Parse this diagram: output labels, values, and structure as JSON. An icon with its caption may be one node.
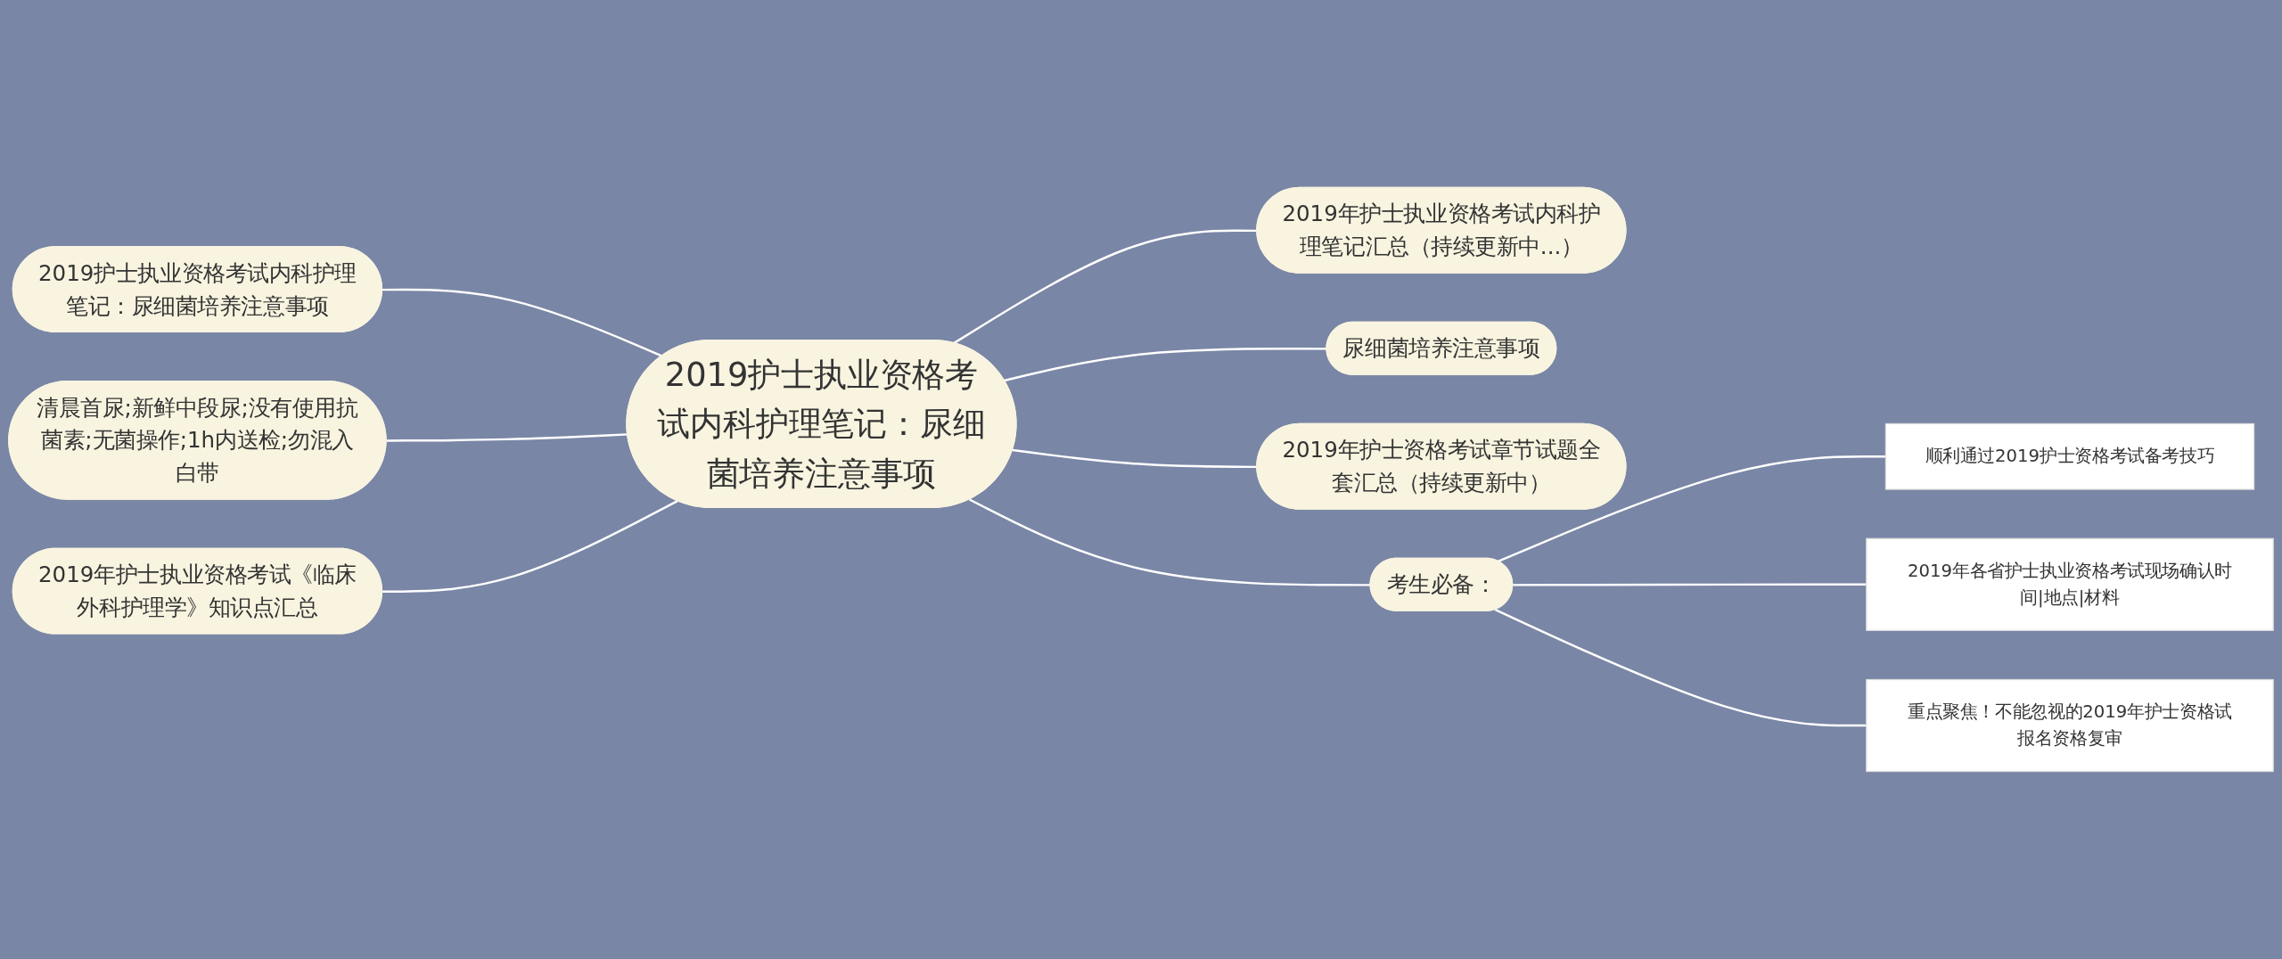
{
  "diagram": {
    "nodes": [
      {
        "text": [
          "2019护士执业资格考试内科护理笔记：尿细菌培养注意事项"
        ]
      },
      {
        "text": [
          "2019年护士执业资格考试内科护理笔记汇总（持续更新中...）"
        ]
      },
      {
        "text": [
          "尿细菌培养注意事项"
        ]
      },
      {
        "text": [
          "2019年护士资格考试章节试题全套汇总（持续更新中）"
        ]
      },
      {
        "text": [
          "考生必备："
        ]
      },
      {
        "text": [
          "顺利通过2019护士资格考试备考技巧"
        ]
      },
      {
        "text": [
          "2019年各省护士执业资格考试现场确认时间|地点|材料"
        ]
      },
      {
        "text": [
          "重点聚焦！不能忽视的2019年护士资格试报名资格复审"
        ]
      },
      {
        "text": [
          "2019护士执业资格考试内科护理笔记：尿细菌培养注意事项"
        ]
      },
      {
        "text": [
          "清晨首尿;新鲜中段尿;没有使用抗菌素;无菌操作;1h内送检;勿混入白带"
        ]
      },
      {
        "text": [
          "2019年护士执业资格考试《临床外科护理学》知识点汇总"
        ]
      }
    ],
    "edges": [
      {
        "from": 8,
        "to": 0,
        "arrow": "none"
      },
      {
        "from": 9,
        "to": 0,
        "arrow": "none"
      },
      {
        "from": 10,
        "to": 0,
        "arrow": "none"
      },
      {
        "from": 0,
        "to": 1,
        "arrow": "none"
      },
      {
        "from": 0,
        "to": 2,
        "arrow": "none"
      },
      {
        "from": 0,
        "to": 3,
        "arrow": "none"
      },
      {
        "from": 0,
        "to": 4,
        "arrow": "none"
      },
      {
        "from": 4,
        "to": 5,
        "arrow": "none"
      },
      {
        "from": 4,
        "to": 6,
        "arrow": "none"
      },
      {
        "from": 4,
        "to": 7,
        "arrow": "none"
      }
    ]
  }
}
